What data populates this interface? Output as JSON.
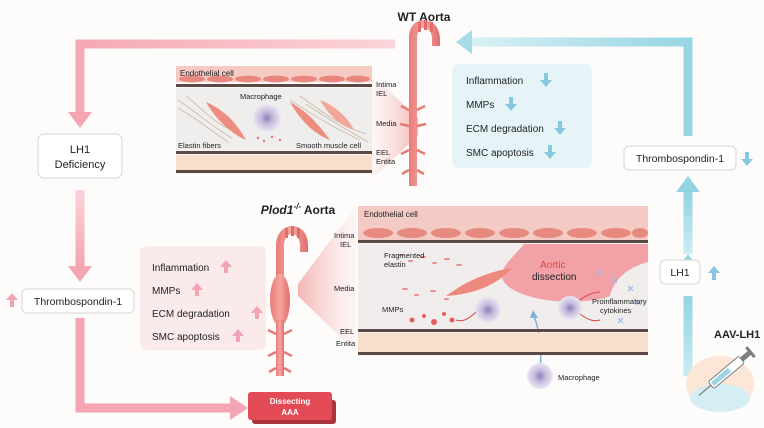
{
  "wt": {
    "title": "WT Aorta",
    "layers": {
      "endothelial": "Endothelial cell",
      "intima": "Intima",
      "iel": "IEL",
      "media": "Media",
      "eel": "EEL",
      "entita": "Entita"
    },
    "labels": {
      "macrophage": "Macrophage",
      "elastin": "Elastin fibers",
      "smc": "Smooth muscle cell"
    },
    "effects": [
      {
        "label": "Inflammation",
        "direction": "down"
      },
      {
        "label": "MMPs",
        "direction": "down"
      },
      {
        "label": "ECM degradation",
        "direction": "down"
      },
      {
        "label": "SMC apoptosis",
        "direction": "down"
      }
    ]
  },
  "ko": {
    "title_gene": "Plod1",
    "title_sup": "-/-",
    "title_rest": " Aorta",
    "layers": {
      "endothelial": "Endothelial cell",
      "intima": "Intima",
      "iel": "IEL",
      "media": "Media",
      "eel": "EEL",
      "entita": "Entita"
    },
    "labels": {
      "fragmented1": "Fragmented",
      "fragmented2": "elastin",
      "aortic1": "Aortic",
      "aortic2": "dissection",
      "mmps": "MMPs",
      "pro1": "Proinflammatory",
      "pro2": "cytokines",
      "macrophage": "Macrophage"
    },
    "effects": [
      {
        "label": "Inflammation",
        "direction": "up"
      },
      {
        "label": "MMPs",
        "direction": "up"
      },
      {
        "label": "ECM degradation",
        "direction": "up"
      },
      {
        "label": "SMC apoptosis",
        "direction": "up"
      }
    ]
  },
  "left": {
    "deficiency_line1": "LH1",
    "deficiency_line2": "Deficiency",
    "thrombospondin": "Thrombospondin-1"
  },
  "right": {
    "thrombospondin": "Thrombospondin-1",
    "lh1": "LH1",
    "aav": "AAV-LH1"
  },
  "outcome": {
    "line1": "Dissecting",
    "line2": "AAA"
  },
  "colors": {
    "pink": "#f2a3ae",
    "blue": "#9ed9e4",
    "up": "#f2a3b4",
    "down": "#86c8e0"
  }
}
